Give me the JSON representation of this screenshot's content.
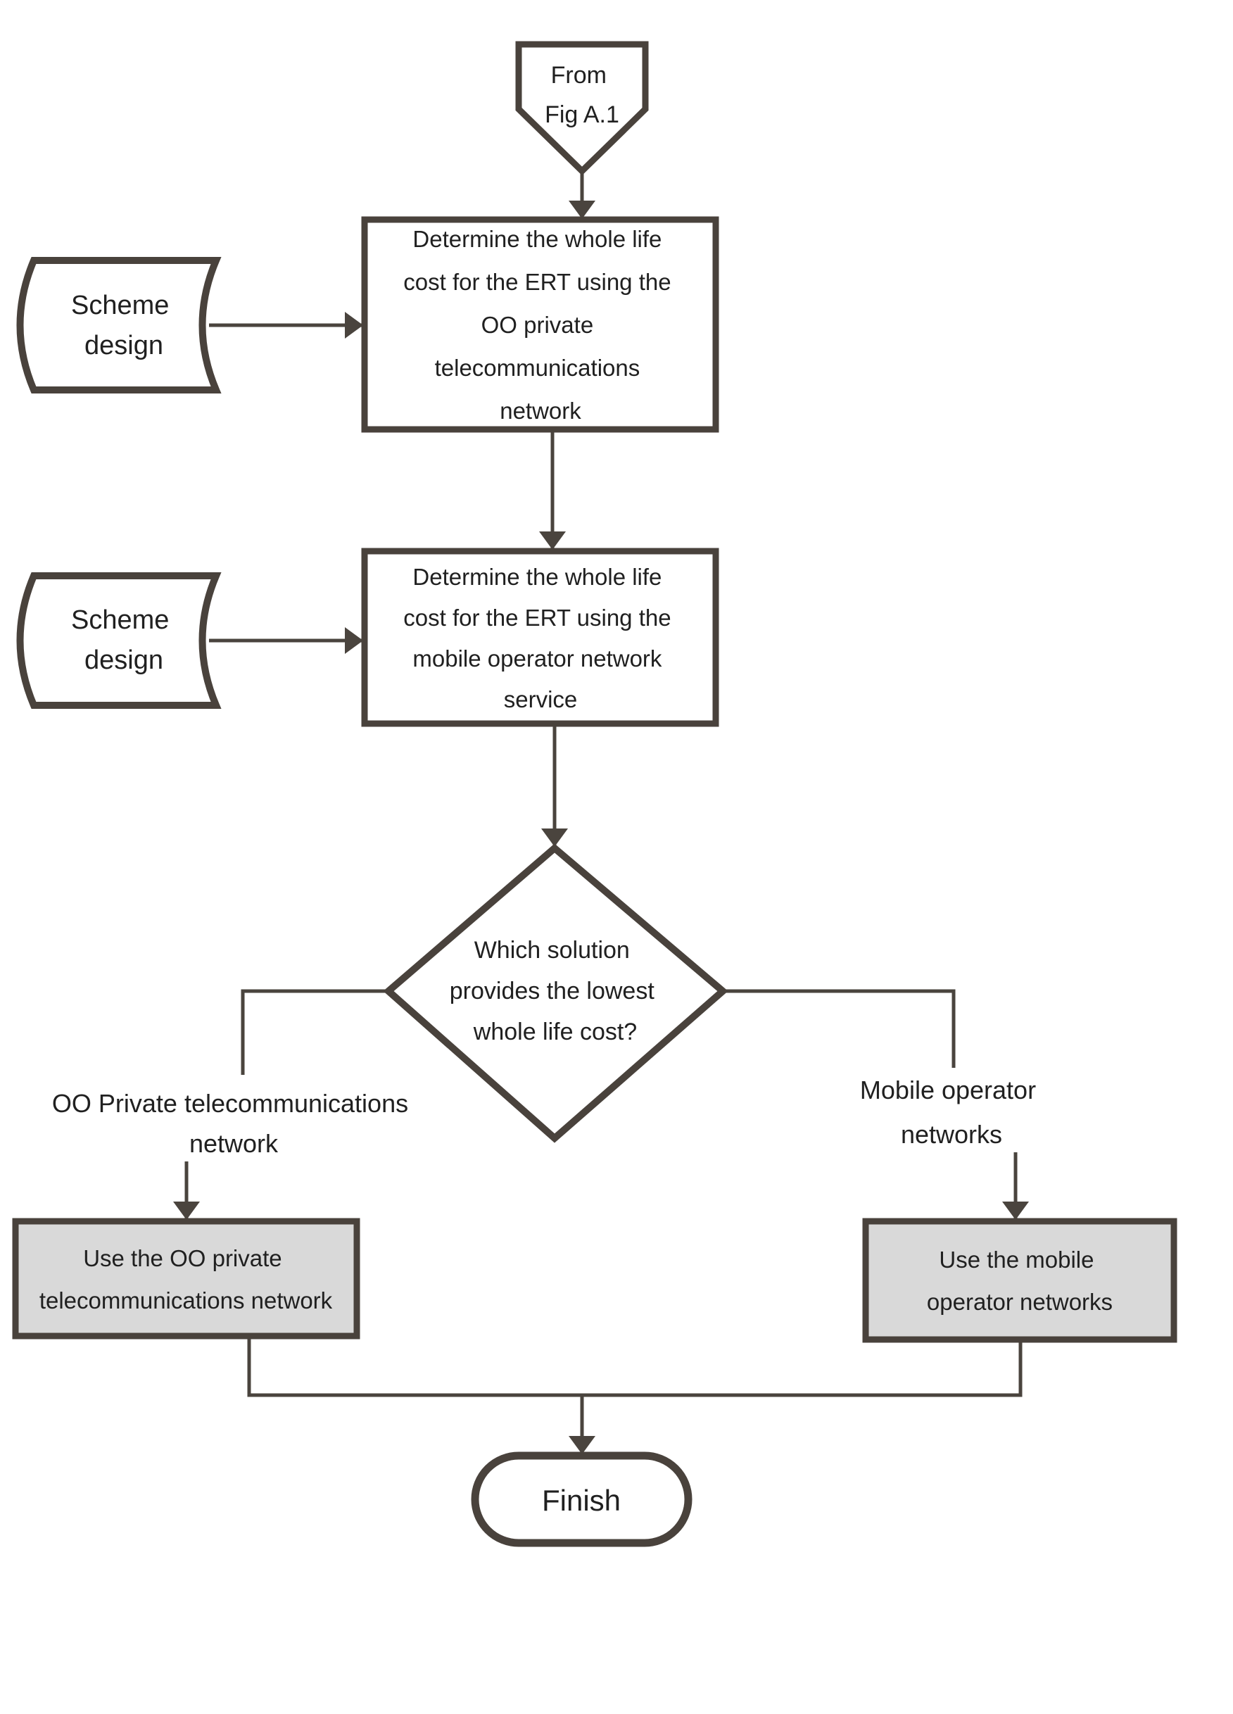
{
  "figure": {
    "type": "flowchart",
    "colors": {
      "shape_stroke": "#49423c",
      "connector_stroke": "#4a443e",
      "highlight_fill": "#d9d9d9",
      "shape_fill": "#ffffff",
      "text": "#202020",
      "background": "#ffffff"
    }
  },
  "nodes": {
    "from_connector": {
      "shape": "off-page-connector",
      "lines": [
        "From",
        "Fig A.1"
      ]
    },
    "scheme_design_top": {
      "shape": "stored-data",
      "lines": [
        "Scheme",
        "design"
      ]
    },
    "scheme_design_bottom": {
      "shape": "stored-data",
      "lines": [
        "Scheme",
        "design"
      ]
    },
    "determine_oo": {
      "shape": "process",
      "lines": [
        "Determine the whole life",
        "cost for the ERT using the",
        "OO private",
        "telecommunications",
        "network"
      ]
    },
    "determine_mobile": {
      "shape": "process",
      "lines": [
        "Determine the whole life",
        "cost for the ERT using the",
        "mobile operator network",
        "service"
      ]
    },
    "decision": {
      "shape": "decision-diamond",
      "lines": [
        "Which solution",
        "provides the lowest",
        "whole life cost?"
      ]
    },
    "use_oo": {
      "shape": "process-highlighted",
      "lines": [
        "Use the OO private",
        "telecommunications network"
      ]
    },
    "use_mobile": {
      "shape": "process-highlighted",
      "lines": [
        "Use the mobile",
        "operator networks"
      ]
    },
    "finish": {
      "shape": "terminator",
      "lines": [
        "Finish"
      ]
    }
  },
  "labels": {
    "left_branch": {
      "lines": [
        "OO Private telecommunications",
        "network"
      ]
    },
    "right_branch": {
      "lines": [
        "Mobile operator",
        "networks"
      ]
    }
  }
}
